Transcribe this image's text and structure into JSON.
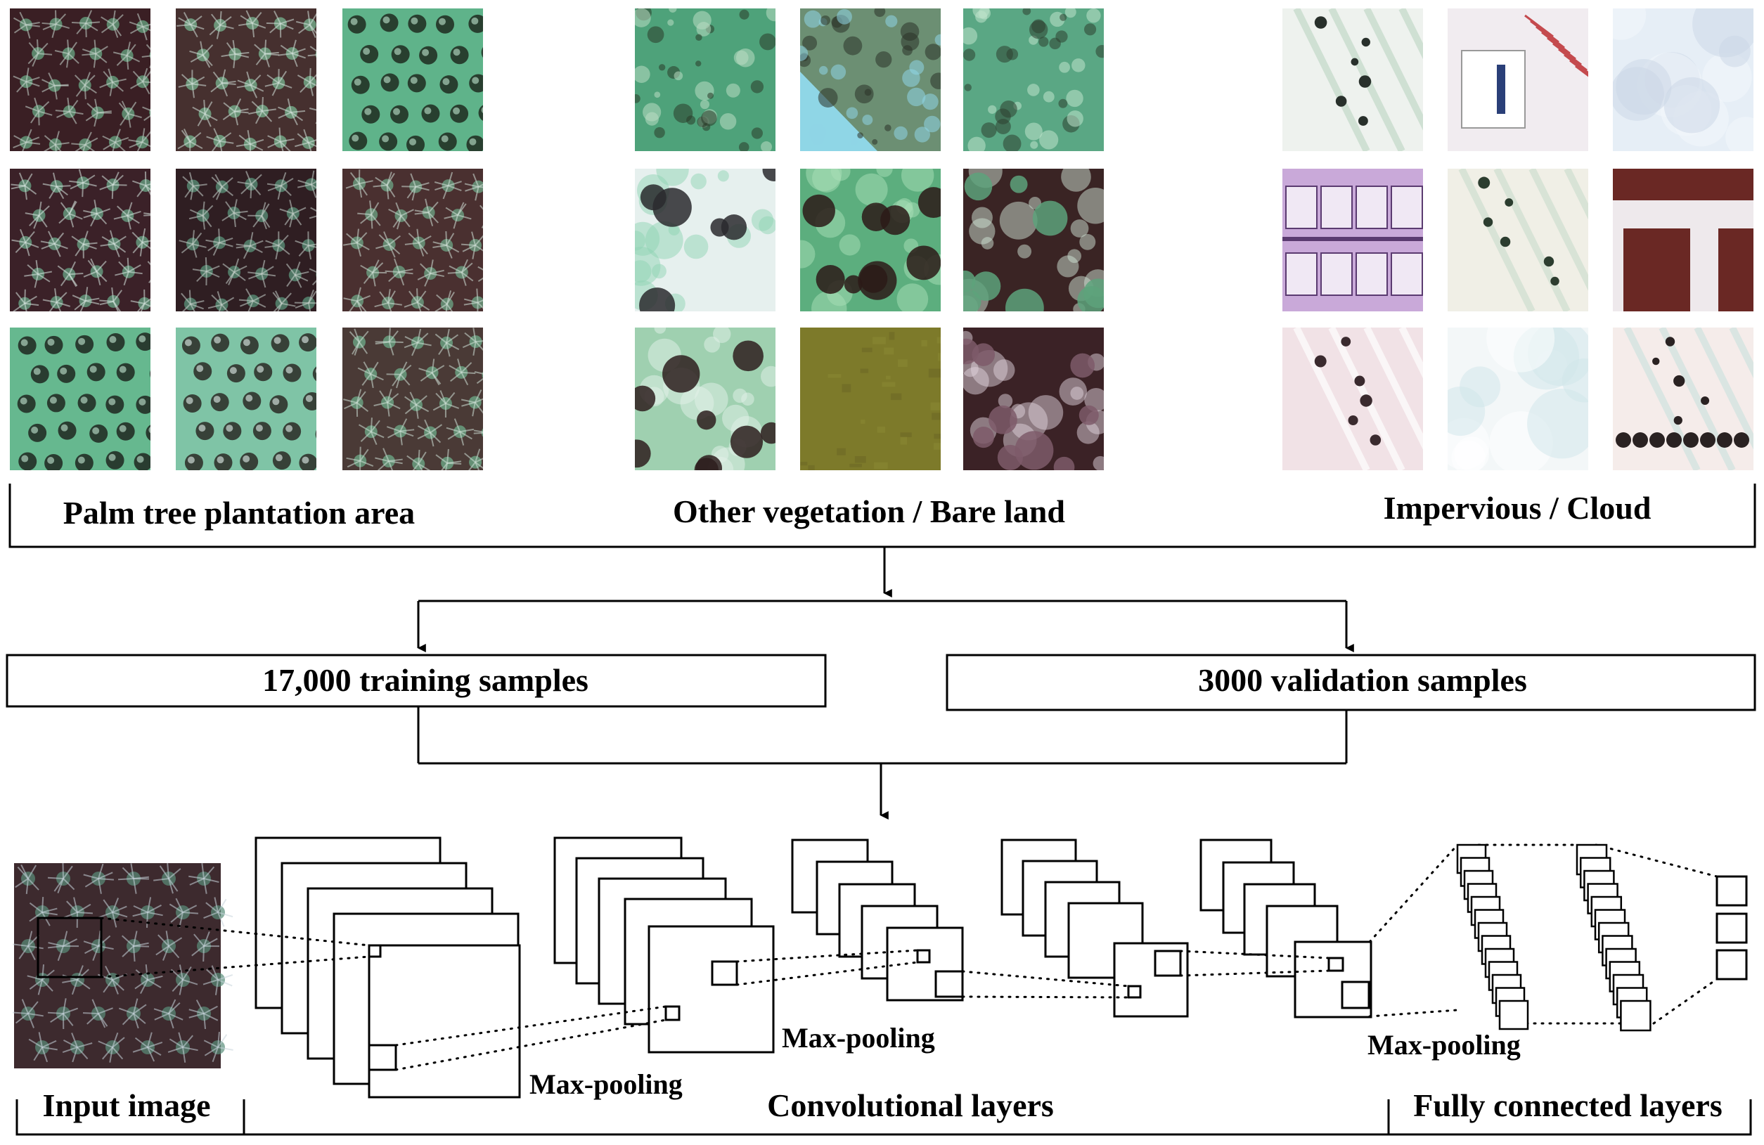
{
  "categories": [
    {
      "label": "Palm tree plantation area",
      "tiles": [
        {
          "base": "#3a1f24",
          "accent": "#6bb08a",
          "light": "#c9d8cf",
          "pattern": "palm-dark"
        },
        {
          "base": "#46302f",
          "accent": "#7bbf97",
          "light": "#d5e3dc",
          "pattern": "palm-dark"
        },
        {
          "base": "#5fb38a",
          "accent": "#1f2a1f",
          "light": "#bfe6d1",
          "pattern": "palm-dots"
        },
        {
          "base": "#3b2128",
          "accent": "#6cb08d",
          "light": "#d8e6e0",
          "pattern": "palm-dark"
        },
        {
          "base": "#2f1e22",
          "accent": "#5d9b80",
          "light": "#c9d3cd",
          "pattern": "palm-dark"
        },
        {
          "base": "#4a3030",
          "accent": "#6fae8c",
          "light": "#d2e1d8",
          "pattern": "palm-dark"
        },
        {
          "base": "#66b88f",
          "accent": "#1f2620",
          "light": "#c4e8d4",
          "pattern": "palm-dots"
        },
        {
          "base": "#7fc4a6",
          "accent": "#2a2a24",
          "light": "#e5f2ee",
          "pattern": "palm-dots"
        },
        {
          "base": "#4a3a36",
          "accent": "#6fb38e",
          "light": "#cfe0d6",
          "pattern": "palm-dark"
        }
      ]
    },
    {
      "label": "Other vegetation / Bare land",
      "tiles": [
        {
          "base": "#4ea27a",
          "accent": "#2a3a28",
          "light": "#b9dcc2",
          "pattern": "veg"
        },
        {
          "base": "#6c8f73",
          "accent": "#2b3328",
          "light": "#8fd6e6",
          "pattern": "veg-water"
        },
        {
          "base": "#5aa784",
          "accent": "#2d4030",
          "light": "#bfe3cc",
          "pattern": "veg"
        },
        {
          "base": "#e6f0ee",
          "accent": "#2a2a2e",
          "light": "#8fd3b4",
          "pattern": "veg-sparse"
        },
        {
          "base": "#5cae7e",
          "accent": "#2c1a18",
          "light": "#a9dfb8",
          "pattern": "veg-trees"
        },
        {
          "base": "#3a2424",
          "accent": "#5da27b",
          "light": "#cfe3d6",
          "pattern": "veg-trees"
        },
        {
          "base": "#9fd0b0",
          "accent": "#2e1e1e",
          "light": "#e3f1ea",
          "pattern": "veg-trees"
        },
        {
          "base": "#7d7a2a",
          "accent": "#6a6424",
          "light": "#8c8a34",
          "pattern": "bare"
        },
        {
          "base": "#3b2226",
          "accent": "#7e5a6a",
          "light": "#e0d2dc",
          "pattern": "veg-trees"
        }
      ]
    },
    {
      "label": "Impervious / Cloud",
      "tiles": [
        {
          "base": "#eef2ee",
          "accent": "#28302b",
          "light": "#c3d9c8",
          "pattern": "road"
        },
        {
          "base": "#f1ecf0",
          "accent": "#c44a4e",
          "light": "#2a3f78",
          "pattern": "building"
        },
        {
          "base": "#e6eef6",
          "accent": "#c9d5e6",
          "light": "#f4f7fb",
          "pattern": "cloud"
        },
        {
          "base": "#c9a9d9",
          "accent": "#5a3a70",
          "light": "#f0e8f4",
          "pattern": "roof"
        },
        {
          "base": "#f0efe6",
          "accent": "#2c3d2f",
          "light": "#cfdfd0",
          "pattern": "road"
        },
        {
          "base": "#eee9ec",
          "accent": "#6a2824",
          "light": "#ffffff",
          "pattern": "redroof"
        },
        {
          "base": "#f1e2e6",
          "accent": "#3a2a2e",
          "light": "#ffffff",
          "pattern": "road"
        },
        {
          "base": "#f3f7f8",
          "accent": "#cfe6ea",
          "light": "#ffffff",
          "pattern": "cloud"
        },
        {
          "base": "#f5ecea",
          "accent": "#2a2222",
          "light": "#cfe3df",
          "pattern": "road-trees"
        }
      ]
    }
  ],
  "training_label": "17,000 training samples",
  "validation_label": "3000 validation samples",
  "network": {
    "input_label": "Input image",
    "maxpool_label_1": "Max-pooling",
    "maxpool_label_2": "Max-pooling",
    "maxpool_label_3": "Max-pooling",
    "conv_label": "Convolutional layers",
    "fc_label": "Fully connected layers"
  }
}
